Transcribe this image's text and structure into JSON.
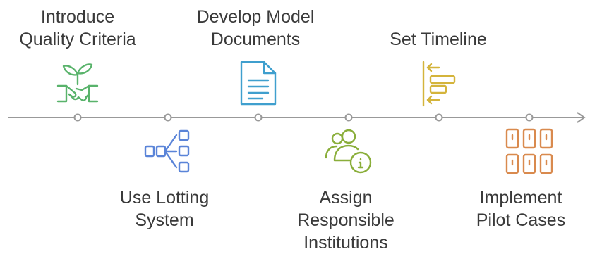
{
  "steps": [
    {
      "lines": [
        "Introduce",
        "Quality Criteria"
      ],
      "icon": "seedling-handshake-icon",
      "color": "#59b36b"
    },
    {
      "lines": [
        "Use Lotting",
        "System"
      ],
      "icon": "lotting-tree-icon",
      "color": "#5a84d8"
    },
    {
      "lines": [
        "Develop Model",
        "Documents"
      ],
      "icon": "document-icon",
      "color": "#3f9fce"
    },
    {
      "lines": [
        "Assign",
        "Responsible",
        "Institutions"
      ],
      "icon": "users-info-icon",
      "color": "#8aae3a"
    },
    {
      "lines": [
        "Set Timeline"
      ],
      "icon": "timeline-gantt-icon",
      "color": "#d4b43b"
    },
    {
      "lines": [
        "Implement",
        "Pilot Cases"
      ],
      "icon": "pilot-grid-icon",
      "color": "#d98a4e"
    }
  ],
  "colors": {
    "line": "#999999",
    "text": "#3a3a3a"
  }
}
